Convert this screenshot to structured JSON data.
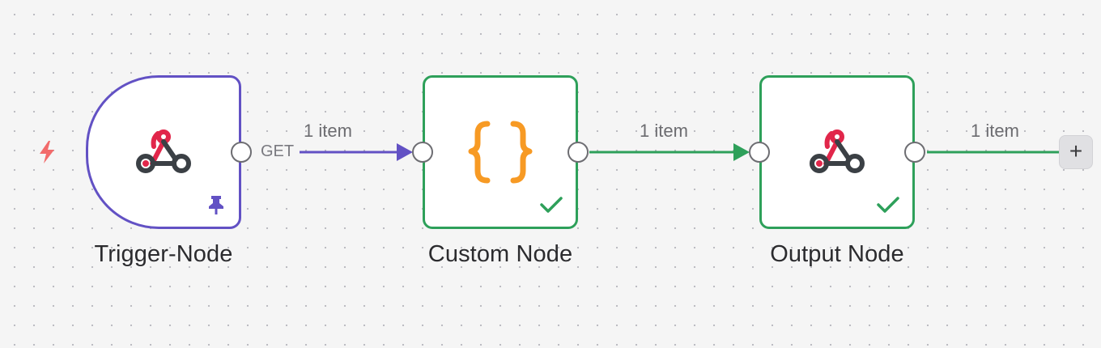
{
  "colors": {
    "trigger_border": "#6251c4",
    "success_border": "#2ea05a",
    "webhook_pink": "#e1264a",
    "webhook_dark": "#3b4045",
    "code_orange": "#f79a24",
    "bolt_red": "#f26b6b"
  },
  "trigger_icon": "lightning-bolt-icon",
  "nodes": {
    "trigger": {
      "title": "Trigger-Node",
      "icon": "webhook-icon",
      "badge_icon": "pin-icon"
    },
    "custom": {
      "title": "Custom Node",
      "icon": "code-braces-icon",
      "badge_icon": "checkmark-icon"
    },
    "output": {
      "title": "Output Node",
      "icon": "webhook-icon",
      "badge_icon": "checkmark-icon"
    }
  },
  "connections": {
    "trigger_to_custom": {
      "label": "1 item",
      "output_label": "GET"
    },
    "custom_to_output": {
      "label": "1 item"
    },
    "output_to_next": {
      "label": "1 item"
    }
  },
  "add_button": {
    "label": "+"
  }
}
